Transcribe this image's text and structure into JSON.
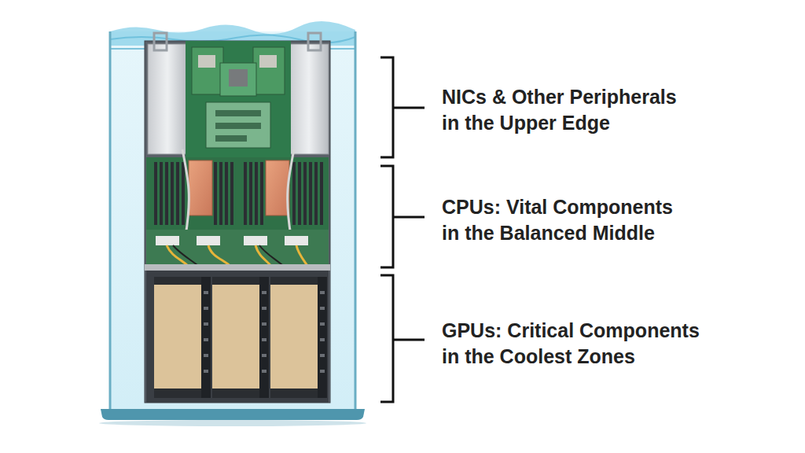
{
  "diagram": {
    "labels": [
      "NICs & Other Peripherals in the Upper Edge",
      "CPUs: Vital Components in the Balanced Middle",
      "GPUs: Critical Components in the Coolest Zones"
    ]
  }
}
